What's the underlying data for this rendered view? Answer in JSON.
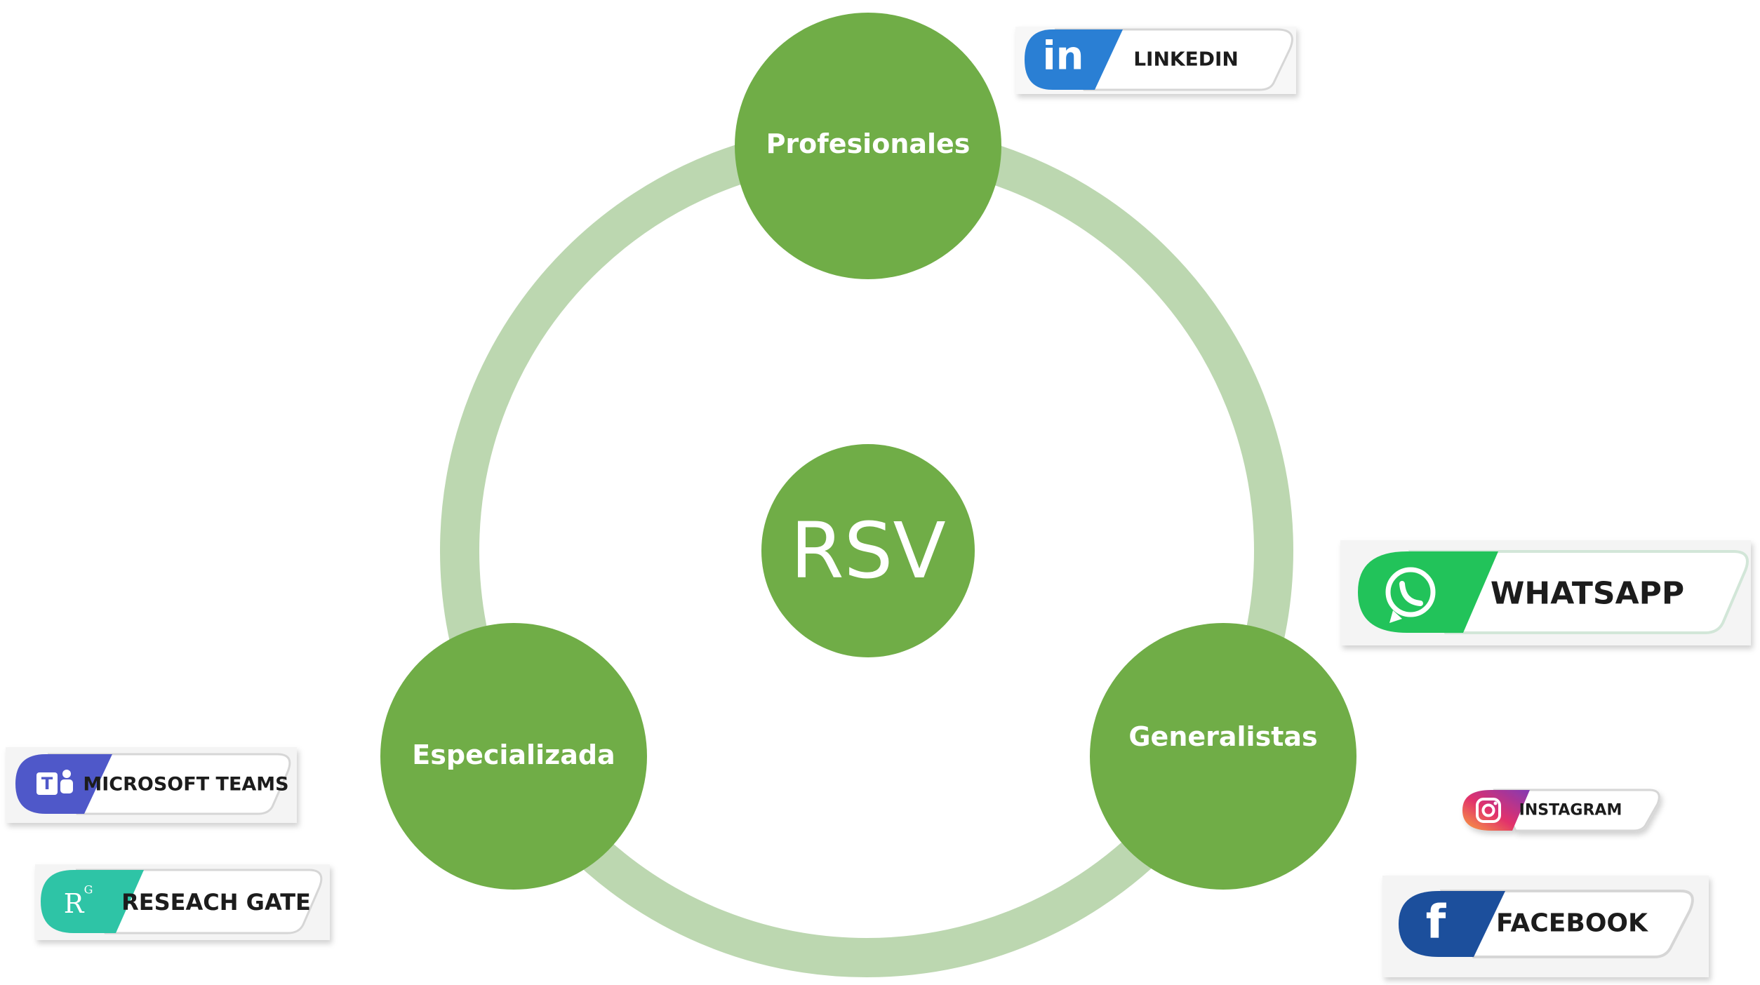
{
  "center": {
    "label": "RSV",
    "color": "#70ad47"
  },
  "ring_color": "#bcd7b0",
  "node_color": "#70ad47",
  "nodes": [
    {
      "id": "profesionales",
      "label": "Profesionales"
    },
    {
      "id": "generalistas",
      "label": "Generalistas"
    },
    {
      "id": "especializada",
      "label": "Especializada"
    }
  ],
  "badges": [
    {
      "id": "linkedin",
      "label": "LINKEDIN",
      "icon": "linkedin-icon",
      "icon_text": "in",
      "color": "#2a7fd4"
    },
    {
      "id": "whatsapp",
      "label": "WHATSAPP",
      "icon": "whatsapp-icon",
      "icon_text": "",
      "color": "#23c35a"
    },
    {
      "id": "instagram",
      "label": "INSTAGRAM",
      "icon": "instagram-icon",
      "icon_text": "",
      "color": "#e1306c"
    },
    {
      "id": "facebook",
      "label": "FACEBOOK",
      "icon": "facebook-icon",
      "icon_text": "f",
      "color": "#1e4f9c"
    },
    {
      "id": "microsoft-teams",
      "label": "MICROSOFT TEAMS",
      "icon": "teams-icon",
      "icon_text": "T",
      "color": "#5059c9"
    },
    {
      "id": "research-gate",
      "label": "RESEACH GATE",
      "icon": "researchgate-icon",
      "icon_text": "R",
      "color": "#2ec4a6"
    }
  ]
}
